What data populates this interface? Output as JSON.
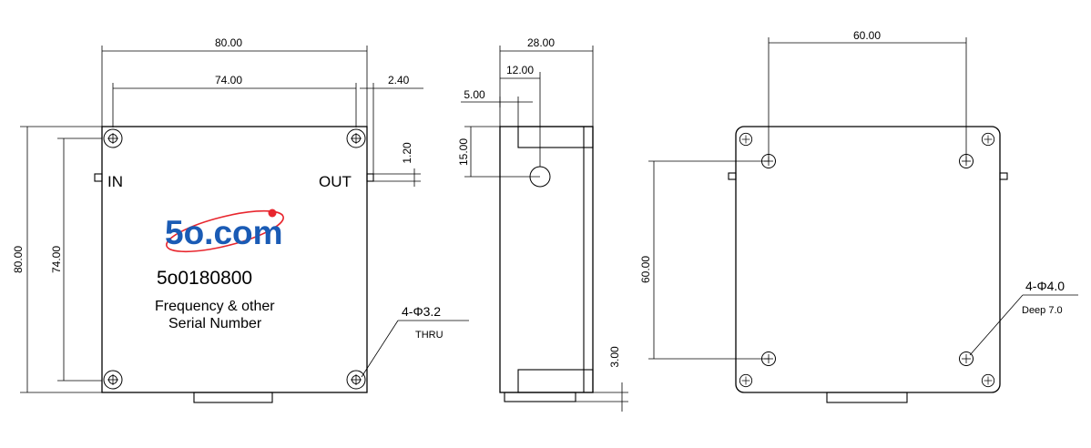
{
  "front_view": {
    "overall_width": "80.00",
    "hole_pitch_x": "74.00",
    "side_offset": "2.40",
    "port_offset": "1.20",
    "overall_height": "80.00",
    "hole_pitch_y": "74.00",
    "port_in_label": "IN",
    "port_out_label": "OUT",
    "model_number": "5o0180800",
    "freq_line": "Frequency & other",
    "serial_line": "Serial Number",
    "hole_callout": "4-Φ3.2",
    "hole_note": "THRU"
  },
  "logo": {
    "text": "5o.com",
    "color_blue": "#1a5bb5",
    "color_red": "#e8262e"
  },
  "side_view": {
    "overall_depth": "28.00",
    "connector_offset": "12.00",
    "small_offset": "5.00",
    "connector_height": "15.00",
    "base_offset": "3.00"
  },
  "back_view": {
    "hole_pitch_x": "60.00",
    "hole_pitch_y": "60.00",
    "hole_callout": "4-Φ4.0",
    "hole_note": "Deep 7.0"
  }
}
